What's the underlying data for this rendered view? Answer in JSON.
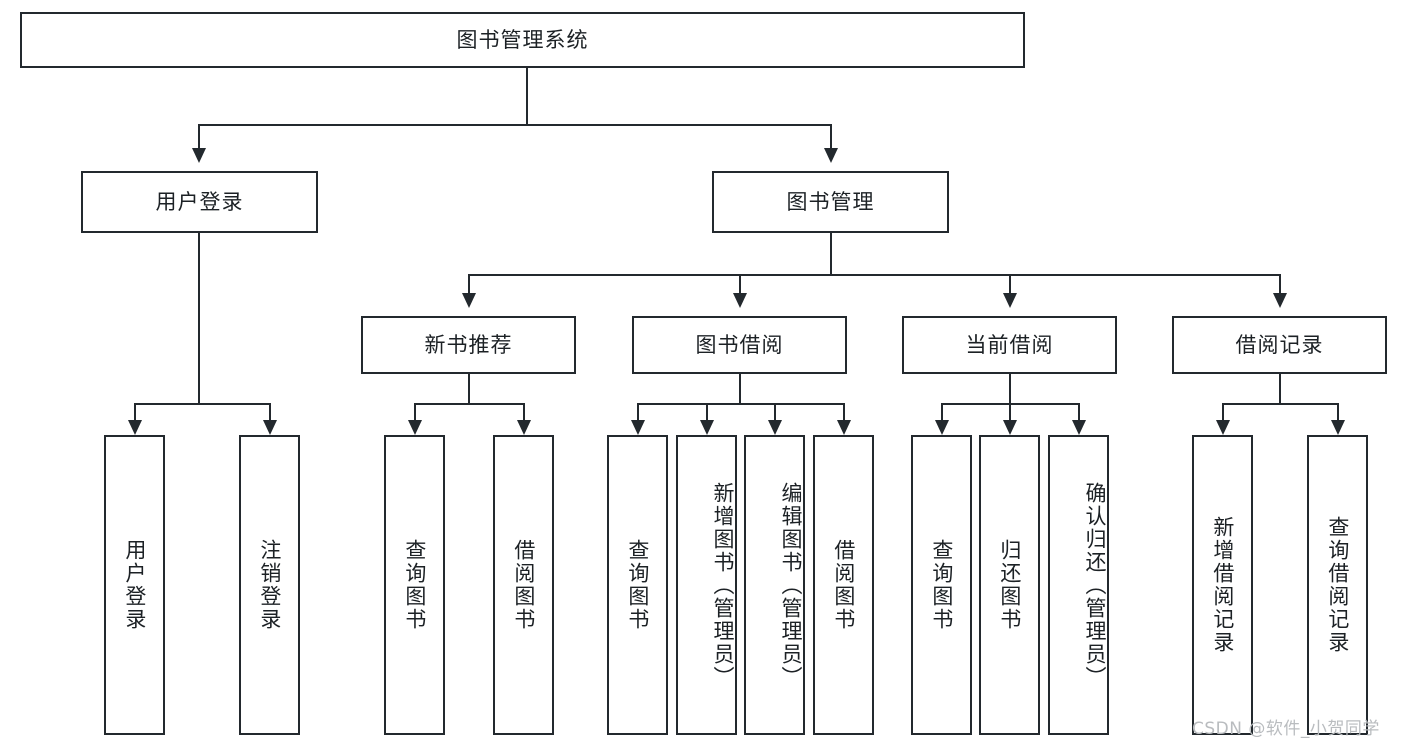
{
  "diagram": {
    "type": "hierarchy-tree",
    "title": "图书管理系统",
    "watermark": "CSDN @软件_小贺同学",
    "colors": {
      "stroke": "#23292e",
      "box_fill": "#ffffff",
      "text": "#1c2125",
      "background": "#ffffff",
      "watermark": "#b9bcbf"
    },
    "nodes": {
      "root": "图书管理系统",
      "level2": {
        "user_login": "用户登录",
        "book_manage": "图书管理"
      },
      "level3": {
        "new_book_rec": "新书推荐",
        "book_borrow": "图书借阅",
        "current_borrow": "当前借阅",
        "borrow_record": "借阅记录"
      },
      "level4": {
        "user_login_children": [
          "用户登录",
          "注销登录"
        ],
        "new_book_rec_children": [
          "查询图书",
          "借阅图书"
        ],
        "book_borrow_children": [
          "查询图书",
          "新增图书（管理员）",
          "编辑图书（管理员）",
          "借阅图书"
        ],
        "current_borrow_children": [
          "查询图书",
          "归还图书",
          "确认归还（管理员）"
        ],
        "borrow_record_children": [
          "新增借阅记录",
          "查询借阅记录"
        ]
      }
    },
    "edges": [
      {
        "from": "图书管理系统",
        "to": "用户登录"
      },
      {
        "from": "图书管理系统",
        "to": "图书管理"
      },
      {
        "from": "图书管理",
        "to": "新书推荐"
      },
      {
        "from": "图书管理",
        "to": "图书借阅"
      },
      {
        "from": "图书管理",
        "to": "当前借阅"
      },
      {
        "from": "图书管理",
        "to": "借阅记录"
      },
      {
        "from": "用户登录",
        "to": "用户登录"
      },
      {
        "from": "用户登录",
        "to": "注销登录"
      },
      {
        "from": "新书推荐",
        "to": "查询图书"
      },
      {
        "from": "新书推荐",
        "to": "借阅图书"
      },
      {
        "from": "图书借阅",
        "to": "查询图书"
      },
      {
        "from": "图书借阅",
        "to": "新增图书（管理员）"
      },
      {
        "from": "图书借阅",
        "to": "编辑图书（管理员）"
      },
      {
        "from": "图书借阅",
        "to": "借阅图书"
      },
      {
        "from": "当前借阅",
        "to": "查询图书"
      },
      {
        "from": "当前借阅",
        "to": "归还图书"
      },
      {
        "from": "当前借阅",
        "to": "确认归还（管理员）"
      },
      {
        "from": "借阅记录",
        "to": "新增借阅记录"
      },
      {
        "from": "借阅记录",
        "to": "查询借阅记录"
      }
    ]
  }
}
